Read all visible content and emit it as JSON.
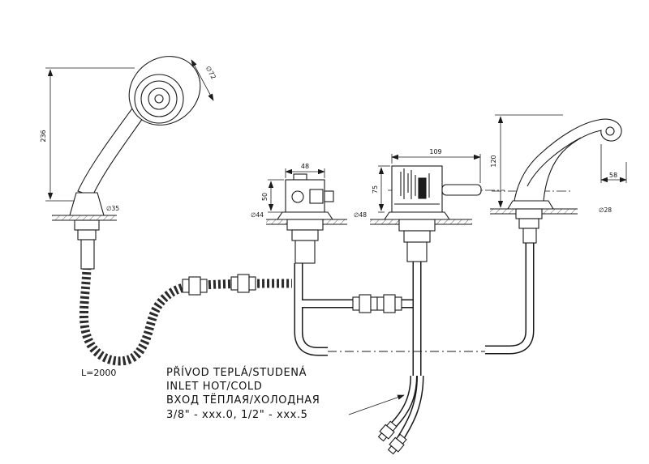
{
  "page": {
    "background": "#ffffff",
    "line_color": "#1a1a1a"
  },
  "shower": {
    "dim_height": "236",
    "dim_head_diameter": "∅72",
    "dim_base_diameter": "∅35",
    "hose_length_label": "L=2000"
  },
  "diverter": {
    "dim_width": "48",
    "dim_height": "50",
    "dim_base_diameter": "∅44"
  },
  "mixer": {
    "dim_width": "109",
    "dim_height": "75",
    "dim_base_diameter": "∅48"
  },
  "spout": {
    "dim_height": "120",
    "dim_reach": "58",
    "dim_base_diameter": "∅28"
  },
  "note": {
    "lines": [
      "PŘÍVOD TEPLÁ/STUDENÁ",
      "INLET HOT/COLD",
      "ВХОД ТЁПЛАЯ/ХОЛОДНАЯ",
      "3/8\" - xxx.0,  1/2\" - xxx.5"
    ]
  }
}
